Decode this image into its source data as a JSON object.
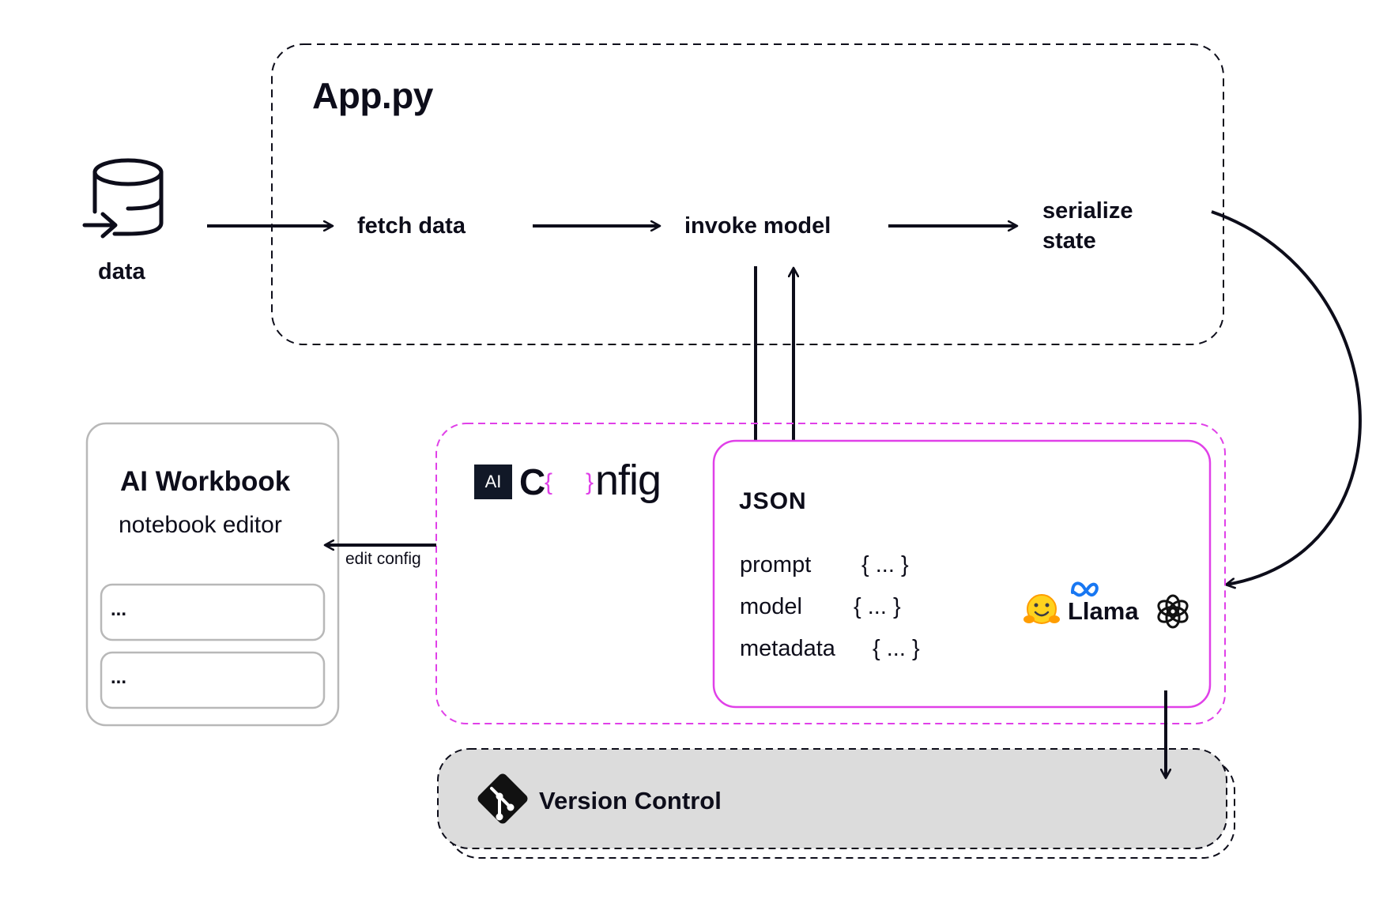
{
  "app": {
    "title": "App.py"
  },
  "pipeline": {
    "data_label": "data",
    "fetch": "fetch data",
    "invoke": "invoke model",
    "serialize_line1": "serialize",
    "serialize_line2": "state"
  },
  "workbook": {
    "title": "AI Workbook",
    "subtitle": "notebook editor",
    "cells": [
      "...",
      "..."
    ],
    "edit_label": "edit config"
  },
  "config_logo": {
    "badge": "AI",
    "c": "C",
    "open_brace": "{",
    "close_brace": "}",
    "rest": "nfig"
  },
  "json_box": {
    "title": "JSON",
    "fields": [
      {
        "key": "prompt",
        "value": "{ ... }"
      },
      {
        "key": "model",
        "value": "{ ... }"
      },
      {
        "key": "metadata",
        "value": "{ ... }"
      }
    ],
    "providers": [
      "hugging-face-icon",
      "meta-icon",
      "openai-icon"
    ],
    "llama_label": "Llama"
  },
  "version_control": {
    "label": "Version Control",
    "icon": "git-icon"
  },
  "colors": {
    "ink": "#0d0d1a",
    "magenta": "#e040e8",
    "meta_blue": "#1877f2",
    "vc_fill": "#dcdcdc",
    "workbook_border": "#b8b8b8"
  }
}
